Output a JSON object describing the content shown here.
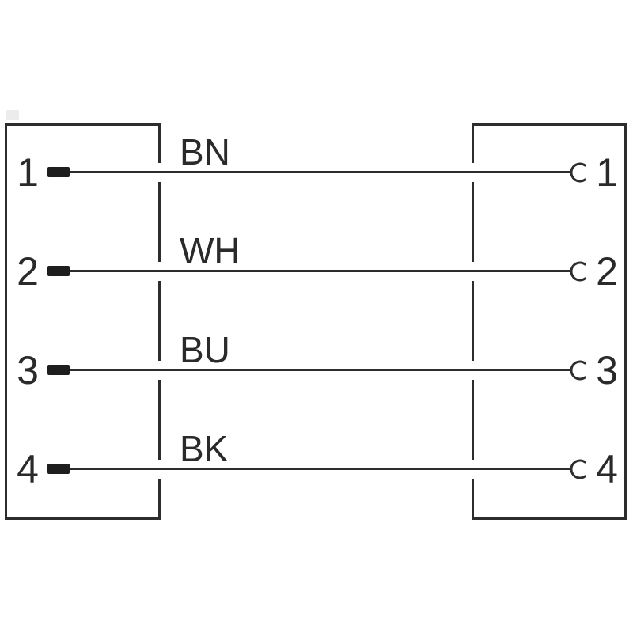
{
  "diagram": {
    "type": "cable-wiring-pinout",
    "left_connector": {
      "pins": [
        "1",
        "2",
        "3",
        "4"
      ]
    },
    "right_connector": {
      "pins": [
        "1",
        "2",
        "3",
        "4"
      ]
    },
    "wires": [
      {
        "left_pin": "1",
        "label": "BN",
        "right_pin": "1"
      },
      {
        "left_pin": "2",
        "label": "WH",
        "right_pin": "2"
      },
      {
        "left_pin": "3",
        "label": "BU",
        "right_pin": "3"
      },
      {
        "left_pin": "4",
        "label": "BK",
        "right_pin": "4"
      }
    ],
    "colors": {
      "line": "#2d2d2d",
      "background": "#ffffff"
    }
  }
}
